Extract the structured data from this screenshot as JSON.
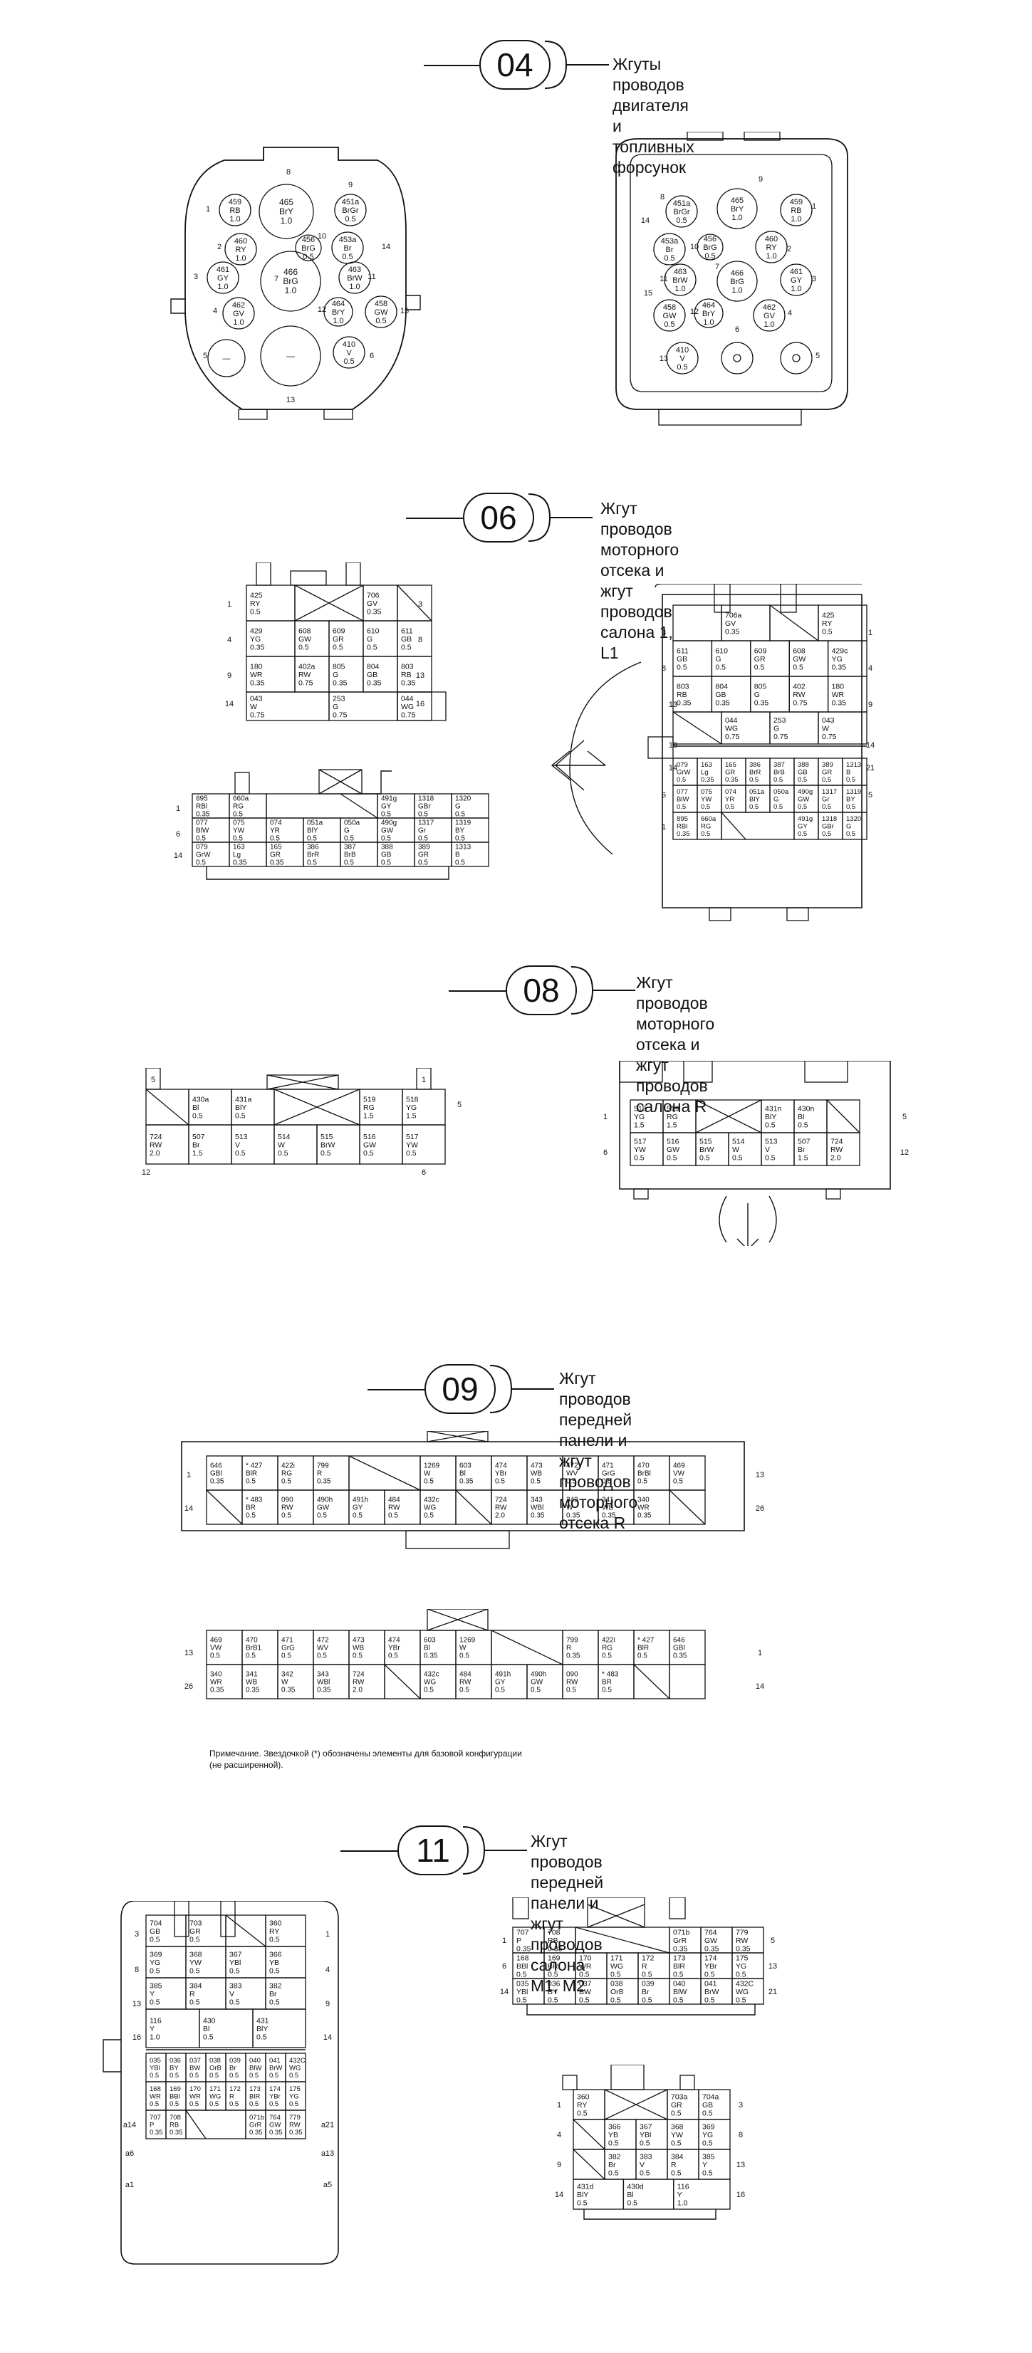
{
  "sections": [
    {
      "number": "04",
      "title_line1": "Жгуты проводов двигателя и топливных",
      "title_line2": "форсунок"
    },
    {
      "number": "06",
      "title_line1": "Жгут проводов моторного отсека и жгут",
      "title_line2": "проводов салона 1, L1"
    },
    {
      "number": "08",
      "title_line1": "Жгут проводов моторного отсека и жгут",
      "title_line2": "проводов салона R"
    },
    {
      "number": "09",
      "title_line1": "Жгут проводов передней панели и жгут",
      "title_line2": "проводов моторного отсека R"
    },
    {
      "number": "11",
      "title_line1": "Жгут проводов передней панели и жгут",
      "title_line2": "проводов салона M1, M2"
    }
  ],
  "note_line1": "Примечание. Звездочкой (*) обозначены элементы для базовой конфигурации",
  "note_line2": "(не расширенной).",
  "c04_left": {
    "circles": [
      {
        "l": [
          "459",
          "RB",
          "1.0"
        ]
      },
      {
        "l": [
          "465",
          "BrY",
          "1.0"
        ]
      },
      {
        "l": [
          "451a",
          "BrGr",
          "0.5"
        ]
      },
      {
        "l": [
          "460",
          "RY",
          "1.0"
        ]
      },
      {
        "l": [
          "456",
          "BrG",
          "0.5"
        ]
      },
      {
        "l": [
          "453a",
          "Br",
          "0.5"
        ]
      },
      {
        "l": [
          "461",
          "GY",
          "1.0"
        ]
      },
      {
        "l": [
          "466",
          "BrG",
          "1.0"
        ]
      },
      {
        "l": [
          "463",
          "BrW",
          "1.0"
        ]
      },
      {
        "l": [
          "462",
          "GV",
          "1.0"
        ]
      },
      {
        "l": [
          "464",
          "BrY",
          "1.0"
        ]
      },
      {
        "l": [
          "458",
          "GW",
          "0.5"
        ]
      },
      {
        "l": [
          "—"
        ]
      },
      {
        "l": [
          "—"
        ]
      },
      {
        "l": [
          "410",
          "V",
          "0.5"
        ]
      }
    ],
    "pins": [
      "8",
      "9",
      "1",
      "2",
      "10",
      "14",
      "3",
      "7",
      "11",
      "4",
      "12",
      "15",
      "5",
      "13",
      "6"
    ]
  },
  "c04_right": {
    "circles": [
      {
        "l": [
          "451a",
          "BrGr",
          "0.5"
        ]
      },
      {
        "l": [
          "465",
          "BrY",
          "1.0"
        ]
      },
      {
        "l": [
          "459",
          "RB",
          "1.0"
        ]
      },
      {
        "l": [
          "453a",
          "Br",
          "0.5"
        ]
      },
      {
        "l": [
          "456",
          "BrG",
          "0.5"
        ]
      },
      {
        "l": [
          "460",
          "RY",
          "1.0"
        ]
      },
      {
        "l": [
          "463",
          "BrW",
          "1.0"
        ]
      },
      {
        "l": [
          "466",
          "BrG",
          "1.0"
        ]
      },
      {
        "l": [
          "461",
          "GY",
          "1.0"
        ]
      },
      {
        "l": [
          "458",
          "GW",
          "0.5"
        ]
      },
      {
        "l": [
          "464",
          "BrY",
          "1.0"
        ]
      },
      {
        "l": [
          "462",
          "GV",
          "1.0"
        ]
      },
      {
        "l": [
          "410",
          "V",
          "0.5"
        ]
      },
      {
        "l": [
          ""
        ]
      },
      {
        "l": [
          ""
        ]
      }
    ],
    "pins": [
      "8",
      "9",
      "1",
      "14",
      "10",
      "2",
      "11",
      "7",
      "3",
      "15",
      "12",
      "4",
      "13",
      "6",
      "5"
    ]
  },
  "c06_a": {
    "rows": [
      [
        [
          "425",
          "RY",
          "0.5"
        ],
        "X",
        "X",
        [
          "706",
          "GV",
          "0.35"
        ],
        "/"
      ],
      [
        [
          "429",
          "YG",
          "0.35"
        ],
        [
          "608",
          "GW",
          "0.5"
        ],
        [
          "609",
          "GR",
          "0.5"
        ],
        [
          "610",
          "G",
          "0.5"
        ],
        [
          "611",
          "GB",
          "0.5"
        ]
      ],
      [
        [
          "180",
          "WR",
          "0.35"
        ],
        [
          "402a",
          "RW",
          "0.75"
        ],
        [
          "805",
          "G",
          "0.35"
        ],
        [
          "804",
          "GB",
          "0.35"
        ],
        [
          "803",
          "RB",
          "0.35"
        ]
      ],
      [
        [
          "043",
          "W",
          "0.75"
        ],
        "-",
        [
          "253",
          "G",
          "0.75"
        ],
        [
          "044",
          "WG",
          "0.75"
        ],
        "-"
      ]
    ],
    "pins": [
      "1",
      "3",
      "4",
      "8",
      "9",
      "13",
      "14",
      "16"
    ]
  },
  "c06_b": {
    "cells": [
      [
        "895",
        "RBl",
        "0.35"
      ],
      [
        "660a",
        "RG",
        "0.5"
      ],
      [
        "491g",
        "GY",
        "0.5"
      ],
      [
        "1318",
        "GBr",
        "0.5"
      ],
      [
        "1320",
        "G",
        "0.5"
      ],
      [
        "077",
        "BlW",
        "0.5"
      ],
      [
        "075",
        "YW",
        "0.5"
      ],
      [
        "074",
        "YR",
        "0.5"
      ],
      [
        "051a",
        "BlY",
        "0.5"
      ],
      [
        "050a",
        "G",
        "0.5"
      ],
      [
        "490g",
        "GW",
        "0.5"
      ],
      [
        "1317",
        "Gr",
        "0.5"
      ],
      [
        "1319",
        "BY",
        "0.5"
      ],
      [
        "079",
        "GrW",
        "0.5"
      ],
      [
        "163",
        "Lg",
        "0.35"
      ],
      [
        "165",
        "GR",
        "0.35"
      ],
      [
        "386",
        "BrR",
        "0.5"
      ],
      [
        "387",
        "BrB",
        "0.5"
      ],
      [
        "388",
        "GB",
        "0.5"
      ],
      [
        "389",
        "GR",
        "0.5"
      ],
      [
        "1313",
        "B",
        "0.5"
      ]
    ],
    "pins": [
      "1",
      "5",
      "6",
      "14",
      "21"
    ]
  },
  "c06_r": {
    "cells": [
      [
        "706a",
        "GV",
        "0.35"
      ],
      [
        "425",
        "RY",
        "0.5"
      ],
      [
        "611",
        "GB",
        "0.5"
      ],
      [
        "610",
        "G",
        "0.5"
      ],
      [
        "609",
        "GR",
        "0.5"
      ],
      [
        "608",
        "GW",
        "0.5"
      ],
      [
        "429c",
        "YG",
        "0.35"
      ],
      [
        "803",
        "RB",
        "0.35"
      ],
      [
        "804",
        "GB",
        "0.35"
      ],
      [
        "805",
        "G",
        "0.35"
      ],
      [
        "402",
        "RW",
        "0.75"
      ],
      [
        "180",
        "WR",
        "0.35"
      ],
      [
        "044",
        "WG",
        "0.75"
      ],
      [
        "253",
        "G",
        "0.75"
      ],
      [
        "043",
        "W",
        "0.75"
      ],
      [
        "079",
        "GrW",
        "0.5"
      ],
      [
        "163",
        "Lg",
        "0.35"
      ],
      [
        "165",
        "GR",
        "0.35"
      ],
      [
        "386",
        "BrR",
        "0.5"
      ],
      [
        "387",
        "BrB",
        "0.5"
      ],
      [
        "388",
        "GB",
        "0.5"
      ],
      [
        "389",
        "GR",
        "0.5"
      ],
      [
        "1313",
        "B",
        "0.5"
      ],
      [
        "077",
        "BlW",
        "0.5"
      ],
      [
        "075",
        "YW",
        "0.5"
      ],
      [
        "074",
        "YR",
        "0.5"
      ],
      [
        "051a",
        "BlY",
        "0.5"
      ],
      [
        "050a",
        "G",
        "0.5"
      ],
      [
        "490g",
        "GW",
        "0.5"
      ],
      [
        "1317",
        "Gr",
        "0.5"
      ],
      [
        "1319",
        "BY",
        "0.5"
      ],
      [
        "895",
        "RBl",
        "0.35"
      ],
      [
        "660a",
        "RG",
        "0.5"
      ],
      [
        "491g",
        "GY",
        "0.5"
      ],
      [
        "1318",
        "GBr",
        "0.5"
      ],
      [
        "1320",
        "G",
        "0.5"
      ]
    ],
    "pins": [
      "3",
      "8",
      "1",
      "4",
      "13",
      "9",
      "16",
      "14",
      "14",
      "21",
      "6",
      "5",
      "1"
    ]
  },
  "c08_l": {
    "cells": [
      [
        "430a",
        "Bl",
        "0.5"
      ],
      [
        "431a",
        "BlY",
        "0.5"
      ],
      [
        "519",
        "RG",
        "1.5"
      ],
      [
        "518",
        "YG",
        "1.5"
      ],
      [
        "724",
        "RW",
        "2.0"
      ],
      [
        "507",
        "Br",
        "1.5"
      ],
      [
        "513",
        "V",
        "0.5"
      ],
      [
        "514",
        "W",
        "0.5"
      ],
      [
        "515",
        "BrW",
        "0.5"
      ],
      [
        "516",
        "GW",
        "0.5"
      ],
      [
        "517",
        "YW",
        "0.5"
      ]
    ],
    "pins": [
      "5",
      "1",
      "5",
      "12",
      "6"
    ]
  },
  "c08_r": {
    "cells": [
      [
        "518",
        "YG",
        "1.5"
      ],
      [
        "519",
        "RG",
        "1.5"
      ],
      [
        "431n",
        "BlY",
        "0.5"
      ],
      [
        "430n",
        "Bl",
        "0.5"
      ],
      [
        "517",
        "YW",
        "0.5"
      ],
      [
        "516",
        "GW",
        "0.5"
      ],
      [
        "515",
        "BrW",
        "0.5"
      ],
      [
        "514",
        "W",
        "0.5"
      ],
      [
        "513",
        "V",
        "0.5"
      ],
      [
        "507",
        "Br",
        "1.5"
      ],
      [
        "724",
        "RW",
        "2.0"
      ]
    ],
    "pins": [
      "1",
      "5",
      "6",
      "12"
    ]
  },
  "c09_a": {
    "row1": [
      [
        "646",
        "GBl",
        "0.35"
      ],
      [
        "* 427",
        "BlR",
        "0.5"
      ],
      [
        "422i",
        "RG",
        "0.5"
      ],
      [
        "799",
        "R",
        "0.35"
      ],
      "-",
      "-",
      [
        "1269",
        "W",
        "0.5"
      ],
      [
        "603",
        "Bl",
        "0.35"
      ],
      [
        "474",
        "YBr",
        "0.5"
      ],
      [
        "473",
        "WB",
        "0.5"
      ],
      [
        "472",
        "WV",
        "0.5"
      ],
      [
        "471",
        "GrG",
        "0.5"
      ],
      [
        "470",
        "BrBl",
        "0.5"
      ],
      [
        "469",
        "VW",
        "0.5"
      ]
    ],
    "row2": [
      "/",
      [
        "* 483",
        "BR",
        "0.5"
      ],
      [
        "090",
        "RW",
        "0.5"
      ],
      [
        "490h",
        "GW",
        "0.5"
      ],
      [
        "491h",
        "GY",
        "0.5"
      ],
      [
        "484",
        "RW",
        "0.5"
      ],
      [
        "432c",
        "WG",
        "0.5"
      ],
      "/",
      [
        "724",
        "RW",
        "2.0"
      ],
      [
        "343",
        "WBl",
        "0.35"
      ],
      [
        "342",
        "W",
        "0.35"
      ],
      [
        "341",
        "WB",
        "0.35"
      ],
      [
        "340",
        "WR",
        "0.35"
      ],
      "/"
    ],
    "pins": [
      "1",
      "13",
      "14",
      "26"
    ]
  },
  "c09_b": {
    "row1": [
      [
        "469",
        "VW",
        "0.5"
      ],
      [
        "470",
        "BrB1",
        "0.5"
      ],
      [
        "471",
        "GrG",
        "0.5"
      ],
      [
        "472",
        "WV",
        "0.5"
      ],
      [
        "473",
        "WB",
        "0.5"
      ],
      [
        "474",
        "YBr",
        "0.5"
      ],
      [
        "603",
        "Bl",
        "0.35"
      ],
      [
        "1269",
        "W",
        "0.5"
      ],
      "-",
      "-",
      [
        "799",
        "R",
        "0.35"
      ],
      [
        "422i",
        "RG",
        "0.5"
      ],
      [
        "* 427",
        "BlR",
        "0.5"
      ],
      [
        "646",
        "GBl",
        "0.35"
      ]
    ],
    "row2": [
      [
        "340",
        "WR",
        "0.35"
      ],
      [
        "341",
        "WB",
        "0.35"
      ],
      [
        "342",
        "W",
        "0.35"
      ],
      [
        "343",
        "WBl",
        "0.35"
      ],
      [
        "724",
        "RW",
        "2.0"
      ],
      "/",
      [
        "432c",
        "WG",
        "0.5"
      ],
      [
        "484",
        "RW",
        "0.5"
      ],
      [
        "491h",
        "GY",
        "0.5"
      ],
      [
        "490h",
        "GW",
        "0.5"
      ],
      [
        "090",
        "RW",
        "0.5"
      ],
      [
        "* 483",
        "BR",
        "0.5"
      ],
      "/",
      "-"
    ],
    "pins": [
      "13",
      "1",
      "26",
      "14"
    ]
  },
  "c11_l": {
    "cells": [
      [
        "704",
        "GB",
        "0.5"
      ],
      [
        "703",
        "GR",
        "0.5"
      ],
      [
        "360",
        "RY",
        "0.5"
      ],
      [
        "369",
        "YG",
        "0.5"
      ],
      [
        "368",
        "YW",
        "0.5"
      ],
      [
        "367",
        "YBl",
        "0.5"
      ],
      [
        "366",
        "YB",
        "0.5"
      ],
      [
        "385",
        "Y",
        "0.5"
      ],
      [
        "384",
        "R",
        "0.5"
      ],
      [
        "383",
        "V",
        "0.5"
      ],
      [
        "382",
        "Br",
        "0.5"
      ],
      [
        "116",
        "Y",
        "1.0"
      ],
      [
        "430",
        "Bl",
        "0.5"
      ],
      [
        "431",
        "BlY",
        "0.5"
      ],
      [
        "035",
        "YBl",
        "0.5"
      ],
      [
        "036",
        "BY",
        "0.5"
      ],
      [
        "037",
        "BW",
        "0.5"
      ],
      [
        "038",
        "OrB",
        "0.5"
      ],
      [
        "039",
        "Br",
        "0.5"
      ],
      [
        "040",
        "BlW",
        "0.5"
      ],
      [
        "041",
        "BrW",
        "0.5"
      ],
      [
        "432C",
        "WG",
        "0.5"
      ],
      [
        "168",
        "WR",
        "0.5"
      ],
      [
        "169",
        "BBl",
        "0.5"
      ],
      [
        "170",
        "WR",
        "0.5"
      ],
      [
        "171",
        "WG",
        "0.5"
      ],
      [
        "172",
        "R",
        "0.5"
      ],
      [
        "173",
        "BlR",
        "0.5"
      ],
      [
        "174",
        "YBr",
        "0.5"
      ],
      [
        "175",
        "YG",
        "0.5"
      ],
      [
        "707",
        "P",
        "0.35"
      ],
      [
        "708",
        "RB",
        "0.35"
      ],
      [
        "071b",
        "GrR",
        "0.35"
      ],
      [
        "764",
        "GW",
        "0.35"
      ],
      [
        "779",
        "RW",
        "0.35"
      ]
    ],
    "pins": [
      "3",
      "1",
      "8",
      "4",
      "13",
      "9",
      "16",
      "14",
      "a14",
      "a21",
      "a6",
      "a13",
      "a1",
      "a5"
    ]
  },
  "c11_r1": {
    "cells": [
      [
        "707",
        "P",
        "0.35"
      ],
      [
        "708",
        "RB",
        "0.35"
      ],
      [
        "071b",
        "GrR",
        "0.35"
      ],
      [
        "764",
        "GW",
        "0.35"
      ],
      [
        "779",
        "RW",
        "0.35"
      ],
      [
        "168",
        "BBl",
        "0.5"
      ],
      [
        "169",
        "BR",
        "0.5"
      ],
      [
        "170",
        "WR",
        "0.5"
      ],
      [
        "171",
        "WG",
        "0.5"
      ],
      [
        "172",
        "R",
        "0.5"
      ],
      [
        "173",
        "BlR",
        "0.5"
      ],
      [
        "174",
        "YBr",
        "0.5"
      ],
      [
        "175",
        "YG",
        "0.5"
      ],
      [
        "035",
        "YBl",
        "0.5"
      ],
      [
        "036",
        "BY",
        "0.5"
      ],
      [
        "037",
        "BW",
        "0.5"
      ],
      [
        "038",
        "OrB",
        "0.5"
      ],
      [
        "039",
        "Br",
        "0.5"
      ],
      [
        "040",
        "BlW",
        "0.5"
      ],
      [
        "041",
        "BrW",
        "0.5"
      ],
      [
        "432C",
        "WG",
        "0.5"
      ]
    ],
    "pins": [
      "1",
      "5",
      "6",
      "13",
      "14",
      "21"
    ]
  },
  "c11_r2": {
    "cells": [
      [
        "360",
        "RY",
        "0.5"
      ],
      [
        "703a",
        "GR",
        "0.5"
      ],
      [
        "704a",
        "GB",
        "0.5"
      ],
      [
        "366",
        "YB",
        "0.5"
      ],
      [
        "367",
        "YBl",
        "0.5"
      ],
      [
        "368",
        "YW",
        "0.5"
      ],
      [
        "369",
        "YG",
        "0.5"
      ],
      [
        "382",
        "Br",
        "0.5"
      ],
      [
        "383",
        "V",
        "0.5"
      ],
      [
        "384",
        "R",
        "0.5"
      ],
      [
        "385",
        "Y",
        "0.5"
      ],
      [
        "431d",
        "BlY",
        "0.5"
      ],
      [
        "430d",
        "Bl",
        "0.5"
      ],
      [
        "116",
        "Y",
        "1.0"
      ]
    ],
    "pins": [
      "1",
      "3",
      "4",
      "8",
      "9",
      "13",
      "14",
      "16"
    ]
  }
}
